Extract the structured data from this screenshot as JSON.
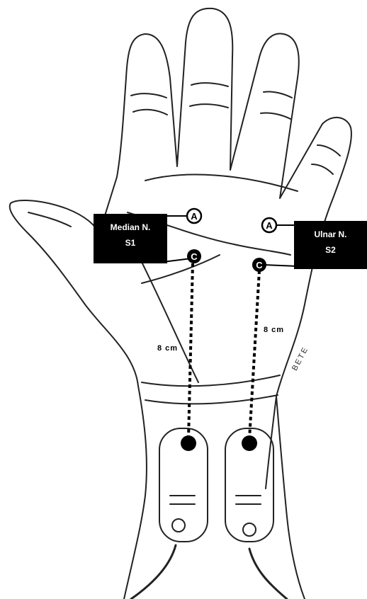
{
  "labels": {
    "median_line1": "Median N.",
    "median_line2": "S1",
    "ulnar_line1": "Ulnar N.",
    "ulnar_line2": "S2",
    "median_distance": "8 cm",
    "ulnar_distance": "8 cm",
    "artist_signature": "BETE"
  },
  "markers": {
    "active": "A",
    "cathode": "C"
  },
  "colors": {
    "ink": "#000000",
    "paper": "#ffffff",
    "box_fill": "#000000",
    "box_text": "#ffffff"
  }
}
